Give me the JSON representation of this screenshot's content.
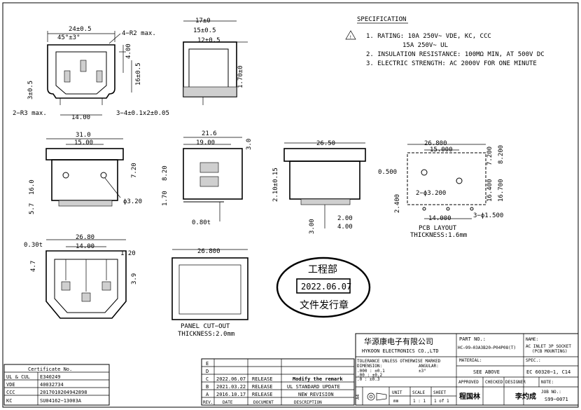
{
  "specification": {
    "title": "SPECIFICATION",
    "lines": [
      "1. RATING: 10A 250V~ VDE, KC, CCC",
      "15A 250V~ UL",
      "2. INSULATION RESISTANCE: 100MΩ MIN, AT 500V DC",
      "3. ELECTRIC STRENGTH: AC 2000V FOR ONE MINUTE"
    ]
  },
  "top_views": {
    "front_top": {
      "width": "24±0.5",
      "angle": "45°±3°",
      "r2": "4−R2 max.",
      "h400": "4.00",
      "h16": "16±0.5",
      "h3": "3±0.5",
      "r3": "2−R3 max.",
      "w14": "14.00",
      "pin": "3−4±0.1x2±0.05"
    },
    "side_top": {
      "d17": "17±0",
      "d15": "15±0.5",
      "d12": "12±0.5",
      "d170": "1.70±0"
    }
  },
  "mid_views": {
    "front": {
      "w31": "31.0",
      "w15": "15.00",
      "h16": "16.0",
      "h57": "5.7",
      "h72": "7.20",
      "hole": "ϕ3.20"
    },
    "side": {
      "w216": "21.6",
      "w19": "19.00",
      "h30": "3.0",
      "h82": "8.20",
      "h17": "1.70",
      "t": "0.80t"
    },
    "rear": {
      "w265": "26.50",
      "h21": "2.10±0.15",
      "h30": "3.00",
      "h20": "2.00",
      "h40": "4.00"
    },
    "pcb": {
      "w268": "26.800",
      "w15": "15.000",
      "h72": "7.200",
      "h82": "8.200",
      "h05": "0.500",
      "holes": "2−ϕ3.200",
      "h164": "16.400",
      "h167": "16.700",
      "h24": "2.400",
      "w14": "14.000",
      "pins": "3−ϕ1.500",
      "label": "PCB LAYOUT",
      "thickness": "THICKNESS:1.6mm"
    }
  },
  "bottom_views": {
    "bottom": {
      "w268": "26.80",
      "w14": "14.00",
      "t": "0.30t",
      "h47": "4.7",
      "w12": "1.20",
      "h39": "3.9"
    },
    "panel": {
      "w268": "26.800",
      "label": "PANEL CUT−OUT",
      "thickness": "THICKNESS:2.0mm"
    }
  },
  "stamp": {
    "top": "工程部",
    "date": "2022.06.07",
    "bottom": "文件发行章"
  },
  "certificates": {
    "title": "Certificate No.",
    "rows": [
      {
        "name": "UL & CUL",
        "number": "E340249"
      },
      {
        "name": "VDE",
        "number": "40032734"
      },
      {
        "name": "CCC",
        "number": "2017010204942898"
      },
      {
        "name": "KC",
        "number": "SU04162−13003A"
      }
    ]
  },
  "revisions": {
    "rows": [
      {
        "rev": "E",
        "date": "",
        "doc": "",
        "desc": ""
      },
      {
        "rev": "D",
        "date": "",
        "doc": "",
        "desc": ""
      },
      {
        "rev": "C",
        "date": "2022.06.07",
        "doc": "RELEASE",
        "desc": "Modify the remark"
      },
      {
        "rev": "B",
        "date": "2021.03.22",
        "doc": "RELEASE",
        "desc": "UL STANDARD UPDATE"
      },
      {
        "rev": "A",
        "date": "2016.10.17",
        "doc": "RELEASE",
        "desc": "NEW REVISION"
      }
    ],
    "header": {
      "rev": "REV.",
      "date": "DATE",
      "doc": "DOCUMENT",
      "desc": "DESCRIPTION"
    }
  },
  "title_block": {
    "company_cn": "华源康电子有限公司",
    "company_en": "HYKOON ELECTRONICS CO.,LTD",
    "part_label": "PART NO.:",
    "part_no": "HC−99−03A3B20−P04P08(T)",
    "name_label": "NAME:",
    "name_1": "AC INLET 3P SOCKET",
    "name_2": "(PCB MOUNTING)",
    "tol_1": "TOLERANCE UNLESS OTHERWISE MARKED",
    "tol_dim": "DIMENSION:",
    "tol_ang": "ANGULAR:",
    "tol_a": ".000 : ±0.1",
    "tol_b": ".00  : ±0.2",
    "tol_c": ".0   : ±0.3",
    "tol_angv": "±3°",
    "material_label": "MATERIAL:",
    "material": "SEE ABOVE",
    "spec_label": "SPEC.:",
    "spec": "EC 60320−1, C14",
    "approved": "APPROVED",
    "checked": "CHECKED",
    "designer": "DESIGNER",
    "note": "NOTE:",
    "approver": "程国林",
    "designer_name": "李灼成",
    "unit_label": "UNIT",
    "unit": "mm",
    "scale_label": "SCALE",
    "scale": "1 : 1",
    "sheet_label": "SHEET",
    "sheet": "1 of 1",
    "job_label": "JOB NO.:",
    "job": "S99−0071",
    "size": "A4"
  }
}
